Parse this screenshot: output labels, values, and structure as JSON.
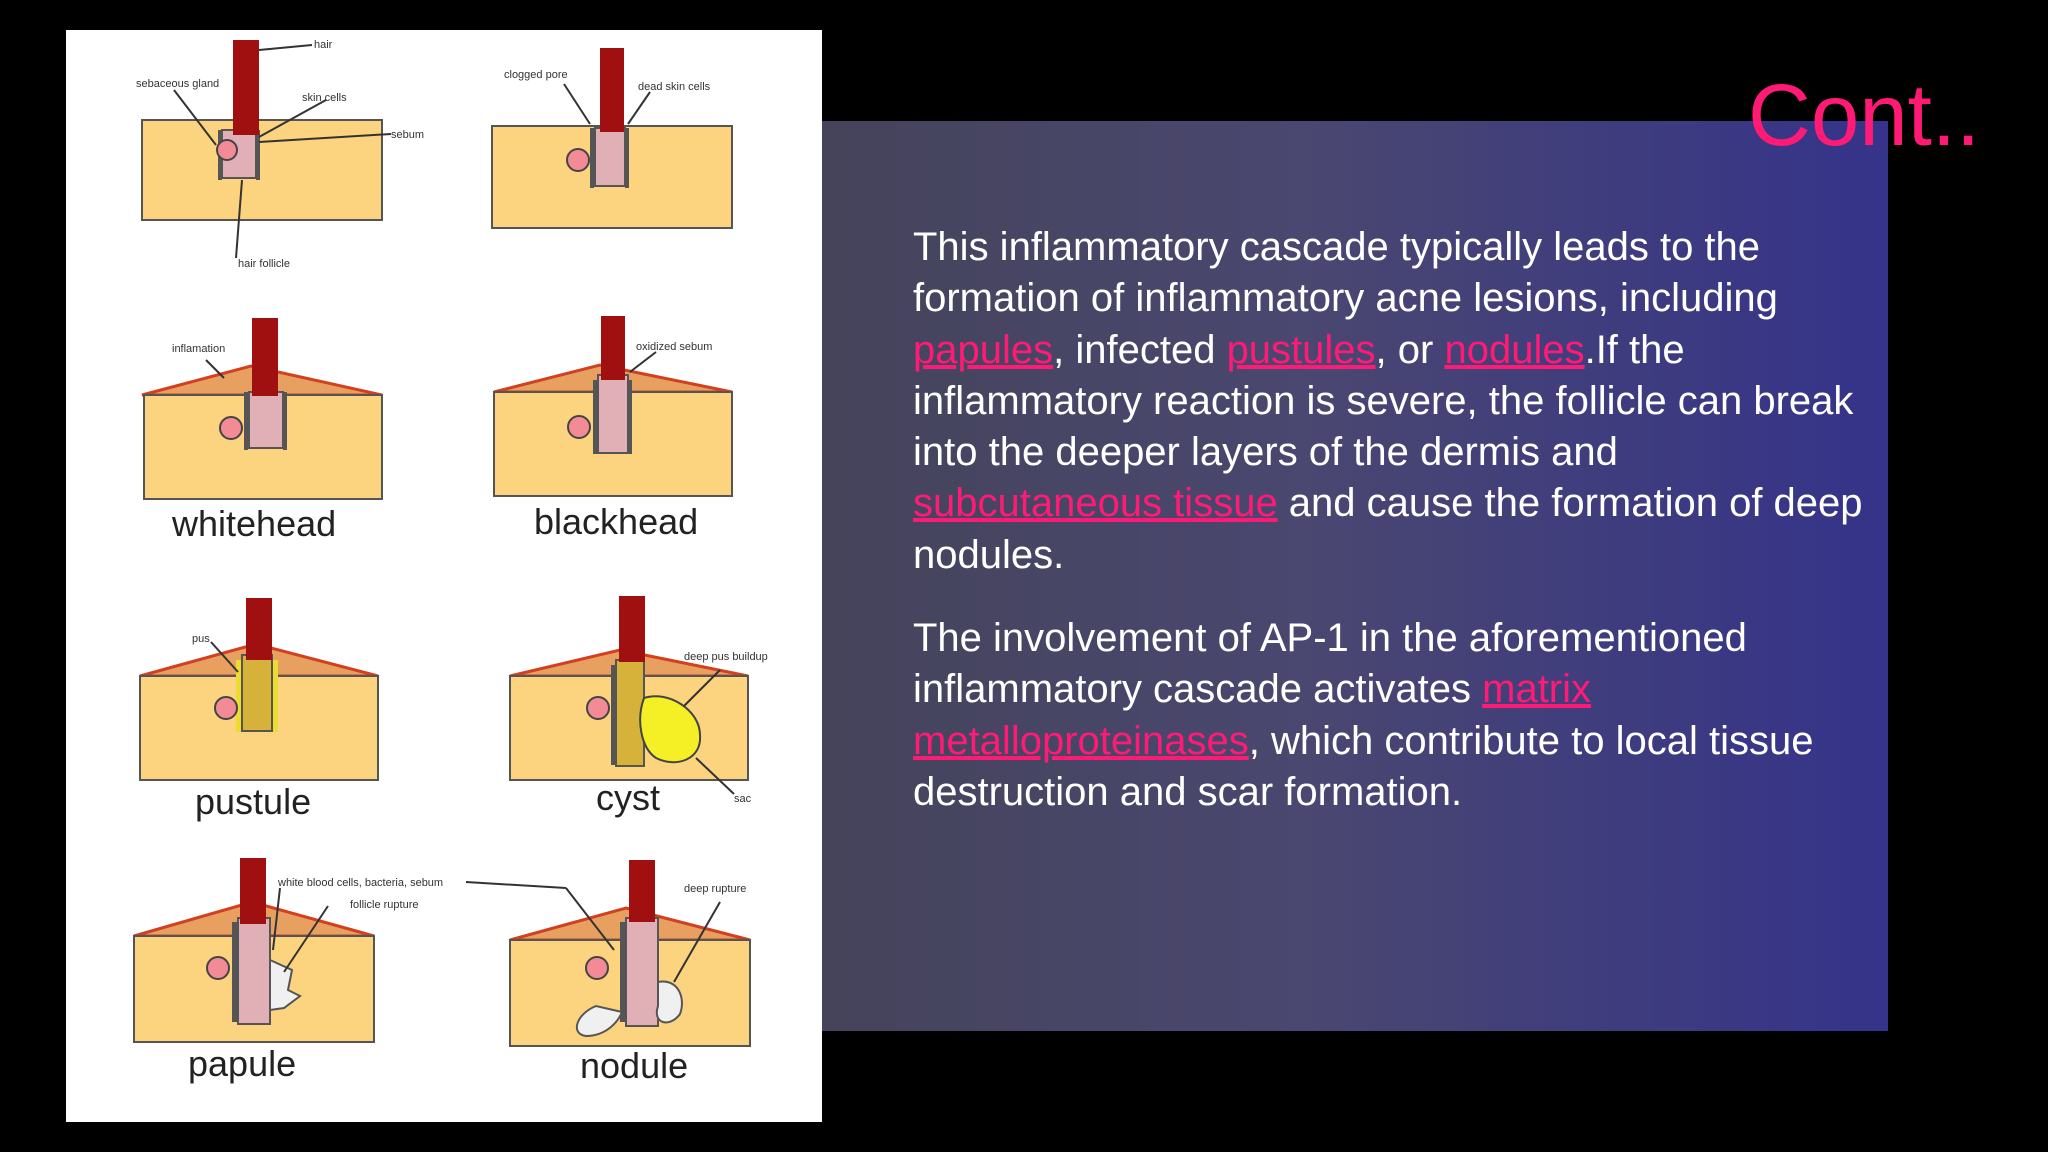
{
  "slide": {
    "title": "Cont..",
    "colors": {
      "accent": "#ff1a75",
      "panel_start": "#45445a",
      "panel_end": "#35338a",
      "skin": "#fcd37f",
      "hair": "#a01010"
    }
  },
  "body": {
    "p1": {
      "t1": "This inflammatory cascade typically leads to the formation of inflammatory acne lesions, including ",
      "l1": "papules",
      "t2": ", infected ",
      "l2": "pustules",
      "t3": ", or ",
      "l3": "nodules",
      "t4": ".If the inflammatory reaction is severe, the follicle can break into the deeper layers of the dermis and ",
      "l4": "subcutaneous tissue",
      "t5": " and cause the formation of deep nodules."
    },
    "p2": {
      "t1": "The involvement of AP-1 in the aforementioned inflammatory cascade activates ",
      "l1": "matrix metalloproteinases",
      "t2": ", which contribute to local tissue destruction and scar formation."
    }
  },
  "figure": {
    "labels": {
      "hair": "hair",
      "sebaceous_gland": "sebaceous gland",
      "skin_cells": "skin cells",
      "sebum": "sebum",
      "hair_follicle": "hair follicle",
      "clogged_pore": "clogged pore",
      "dead_skin_cells": "dead skin cells",
      "inflammation": "inflamation",
      "oxidized_sebum": "oxidized sebum",
      "pus": "pus",
      "deep_pus_buildup": "deep pus buildup",
      "sac": "sac",
      "wbc": "white blood cells, bacteria, sebum",
      "follicle_rupture": "follicle rupture",
      "deep_rupture": "deep rupture"
    },
    "captions": {
      "whitehead": "whitehead",
      "blackhead": "blackhead",
      "pustule": "pustule",
      "cyst": "cyst",
      "papule": "papule",
      "nodule": "nodule"
    }
  }
}
